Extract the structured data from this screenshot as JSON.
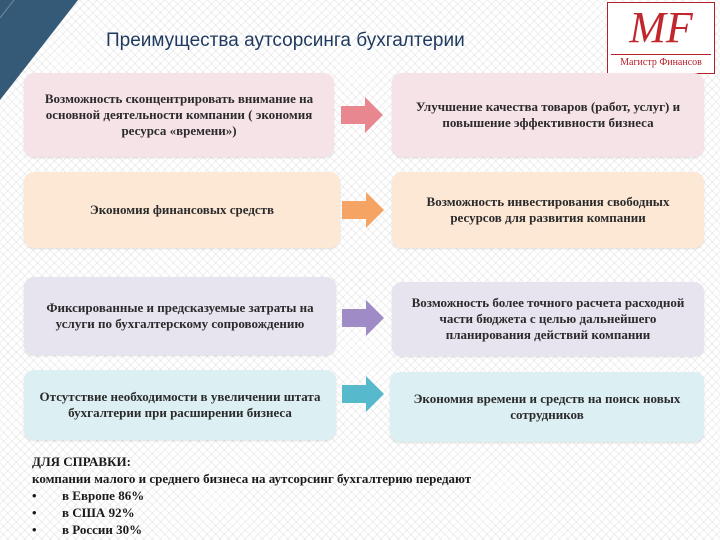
{
  "header": {
    "title": "Преимущества аутсорсинга бухгалтерии"
  },
  "logo": {
    "mark": "MF",
    "caption": "Магистр Финансов",
    "color": "#c0282e"
  },
  "rows": [
    {
      "left": "Возможность сконцентрировать внимание на основной деятельности компании ( экономия ресурса «времени»)",
      "right": "Улучшение качества товаров (работ, услуг) и повышение эффективности бизнеса",
      "color": "#f6e3e8",
      "arrow_color": "#e8878f"
    },
    {
      "left": "Экономия финансовых средств",
      "right": "Возможность инвестирования свободных ресурсов для развития компании",
      "color": "#fde8d6",
      "arrow_color": "#f5a463"
    },
    {
      "left": "Фиксированные и предсказуемые затраты на услуги по бухгалтерскому сопровождению",
      "right": "Возможность более точного расчета расходной части бюджета с целью дальнейшего планирования действий компании",
      "color": "#e7e3ef",
      "arrow_color": "#9f8bc6"
    },
    {
      "left": "Отсутствие необходимости в увеличении штата бухгалтерии при расширении бизнеса",
      "right": "Экономия времени и средств на поиск новых сотрудников",
      "color": "#dcf0f4",
      "arrow_color": "#57b9cc"
    }
  ],
  "reference": {
    "heading": "ДЛЯ СПРАВКИ:",
    "intro": "компании малого и среднего бизнеса на аутсорсинг бухгалтерию передают",
    "bullet_symbol": "•",
    "items": [
      "в Европе 86%",
      "в США 92%",
      "в России 30%"
    ]
  },
  "corner_color": "#355a77"
}
